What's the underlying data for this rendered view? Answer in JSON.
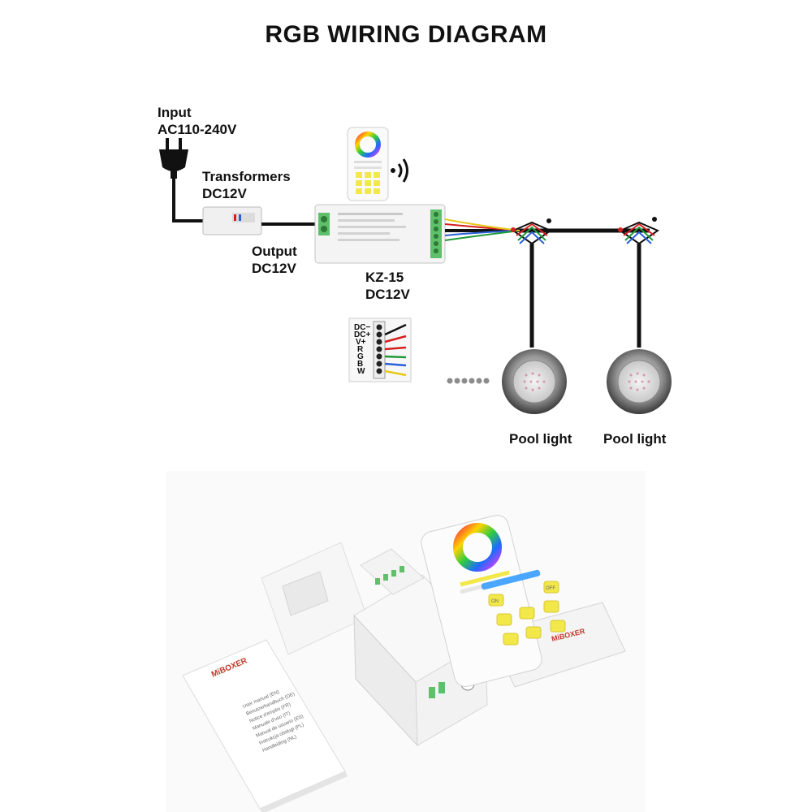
{
  "header": {
    "title": "RGB WIRING DIAGRAM"
  },
  "input": {
    "line1": "Input",
    "line2": "AC110-240V"
  },
  "transformer": {
    "line1": "Transformers",
    "line2": "DC12V"
  },
  "output": {
    "line1": "Output",
    "line2": "DC12V"
  },
  "controller": {
    "model": "KZ-15",
    "voltage": "DC12V"
  },
  "pinout": {
    "pins": [
      "DC−",
      "DC+",
      "V+",
      "R",
      "G",
      "B",
      "W"
    ]
  },
  "lights": [
    {
      "label": "Pool light"
    },
    {
      "label": "Pool light"
    }
  ],
  "colors": {
    "red_wire": "#d42020",
    "green_wire": "#1f9a3a",
    "blue_wire": "#2a5fd8",
    "yellow_wire": "#e8c81a",
    "black_wire": "#111111",
    "button_yellow": "#f2e84a"
  },
  "remote": {
    "buttons": [
      "ON",
      "OFF"
    ]
  },
  "brand": {
    "name": "MiBOXER"
  },
  "manual": {
    "lines": [
      "User manual (EN)",
      "Benutzerhandbuch (DE)",
      "Notice d'emploi (FR)",
      "Manuale d'uso (IT)",
      "Manual de usuario (ES)",
      "Instrukcja obsługi (PL)",
      "Handleiding (NL)"
    ]
  }
}
